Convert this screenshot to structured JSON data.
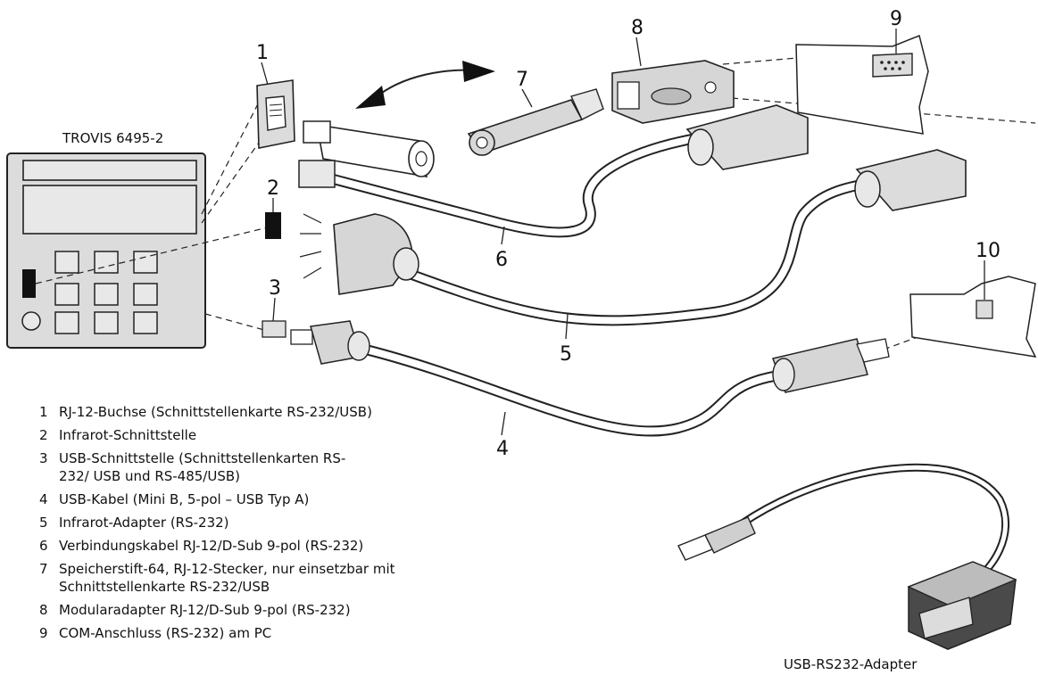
{
  "device": {
    "label": "TROVIS 6495-2"
  },
  "callouts": [
    "1",
    "2",
    "3",
    "4",
    "5",
    "6",
    "7",
    "8",
    "9",
    "10"
  ],
  "legend": [
    {
      "num": "1",
      "text": "RJ-12-Buchse (Schnittstellenkarte RS-232/USB)"
    },
    {
      "num": "2",
      "text": "Infrarot-Schnittstelle"
    },
    {
      "num": "3",
      "text": "USB-Schnittstelle (Schnittstellenkarten RS-232/ USB und RS-485/USB)"
    },
    {
      "num": "4",
      "text": "USB-Kabel (Mini B, 5-pol – USB Typ A)"
    },
    {
      "num": "5",
      "text": "Infrarot-Adapter (RS-232)"
    },
    {
      "num": "6",
      "text": "Verbindungskabel RJ-12/D-Sub 9-pol (RS-232)"
    },
    {
      "num": "7",
      "text": "Speicherstift-64, RJ-12-Stecker, nur einsetzbar mit Schnittstellenkarte RS-232/USB"
    },
    {
      "num": "8",
      "text": "Modularadapter RJ-12/D-Sub 9-pol (RS-232)"
    },
    {
      "num": "9",
      "text": "COM-Anschluss (RS-232) am PC"
    }
  ],
  "adapter": {
    "label": "USB-RS232-Adapter"
  }
}
